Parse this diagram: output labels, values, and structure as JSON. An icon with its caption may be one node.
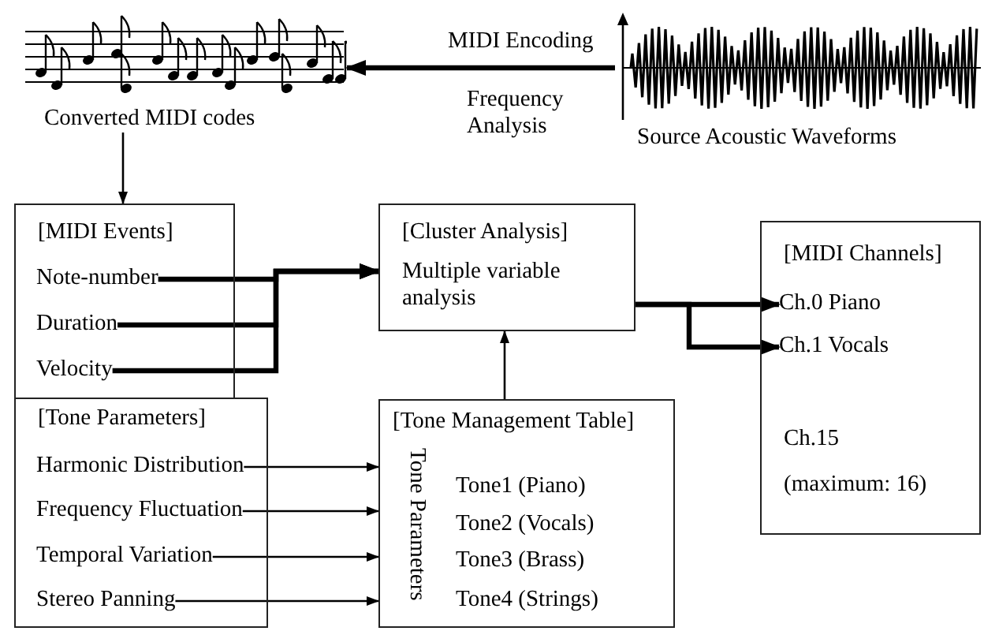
{
  "diagram": {
    "nodes": [
      {
        "text": [
          "Converted MIDI codes"
        ]
      },
      {
        "text": [
          "Source Acoustic Waveforms"
        ]
      },
      {
        "text": [
          "[MIDI Events]"
        ]
      },
      {
        "text": [
          "Note-number"
        ],
        "in": 2
      },
      {
        "text": [
          "Duration"
        ],
        "in": 2
      },
      {
        "text": [
          "Velocity"
        ],
        "in": 2
      },
      {
        "text": [
          "[Cluster Analysis]",
          "Multiple variable analysis"
        ]
      },
      {
        "text": [
          "[MIDI Channels]",
          "Ch.15",
          "(maximum: 16)"
        ]
      },
      {
        "text": [
          "Ch.0 Piano"
        ],
        "in": 7
      },
      {
        "text": [
          "Ch.1 Vocals"
        ],
        "in": 7
      },
      {
        "text": [
          "[Tone Parameters]"
        ]
      },
      {
        "text": [
          "Harmonic Distribution"
        ],
        "in": 10
      },
      {
        "text": [
          "Frequency Fluctuation"
        ],
        "in": 10
      },
      {
        "text": [
          "Temporal Variation"
        ],
        "in": 10
      },
      {
        "text": [
          "Stereo Panning"
        ],
        "in": 10
      },
      {
        "text": [
          "[Tone Management Table]",
          "Tone Parameters",
          "Tone1 (Piano)",
          "Tone2 (Vocals)",
          "Tone3 (Brass)",
          "Tone4 (Strings)"
        ]
      }
    ],
    "edges": [
      {
        "from": 1,
        "to": 0,
        "arrow": "to",
        "label": "MIDI Encoding",
        "style": "thick"
      },
      {
        "from": 0,
        "to": 2,
        "arrow": "to"
      },
      {
        "from": 3,
        "to": 6,
        "arrow": "to",
        "style": "thick"
      },
      {
        "from": 4,
        "to": 6,
        "arrow": "to",
        "style": "thick"
      },
      {
        "from": 5,
        "to": 6,
        "arrow": "to",
        "style": "thick"
      },
      {
        "from": 15,
        "to": 6,
        "arrow": "to"
      },
      {
        "from": 6,
        "to": 8,
        "arrow": "to",
        "style": "thick"
      },
      {
        "from": 6,
        "to": 9,
        "arrow": "to",
        "style": "thick"
      },
      {
        "from": 11,
        "to": 15,
        "arrow": "to"
      },
      {
        "from": 12,
        "to": 15,
        "arrow": "to"
      },
      {
        "from": 13,
        "to": 15,
        "arrow": "to"
      },
      {
        "from": 14,
        "to": 15,
        "arrow": "to"
      }
    ],
    "labels": [
      "Frequency Analysis"
    ]
  }
}
